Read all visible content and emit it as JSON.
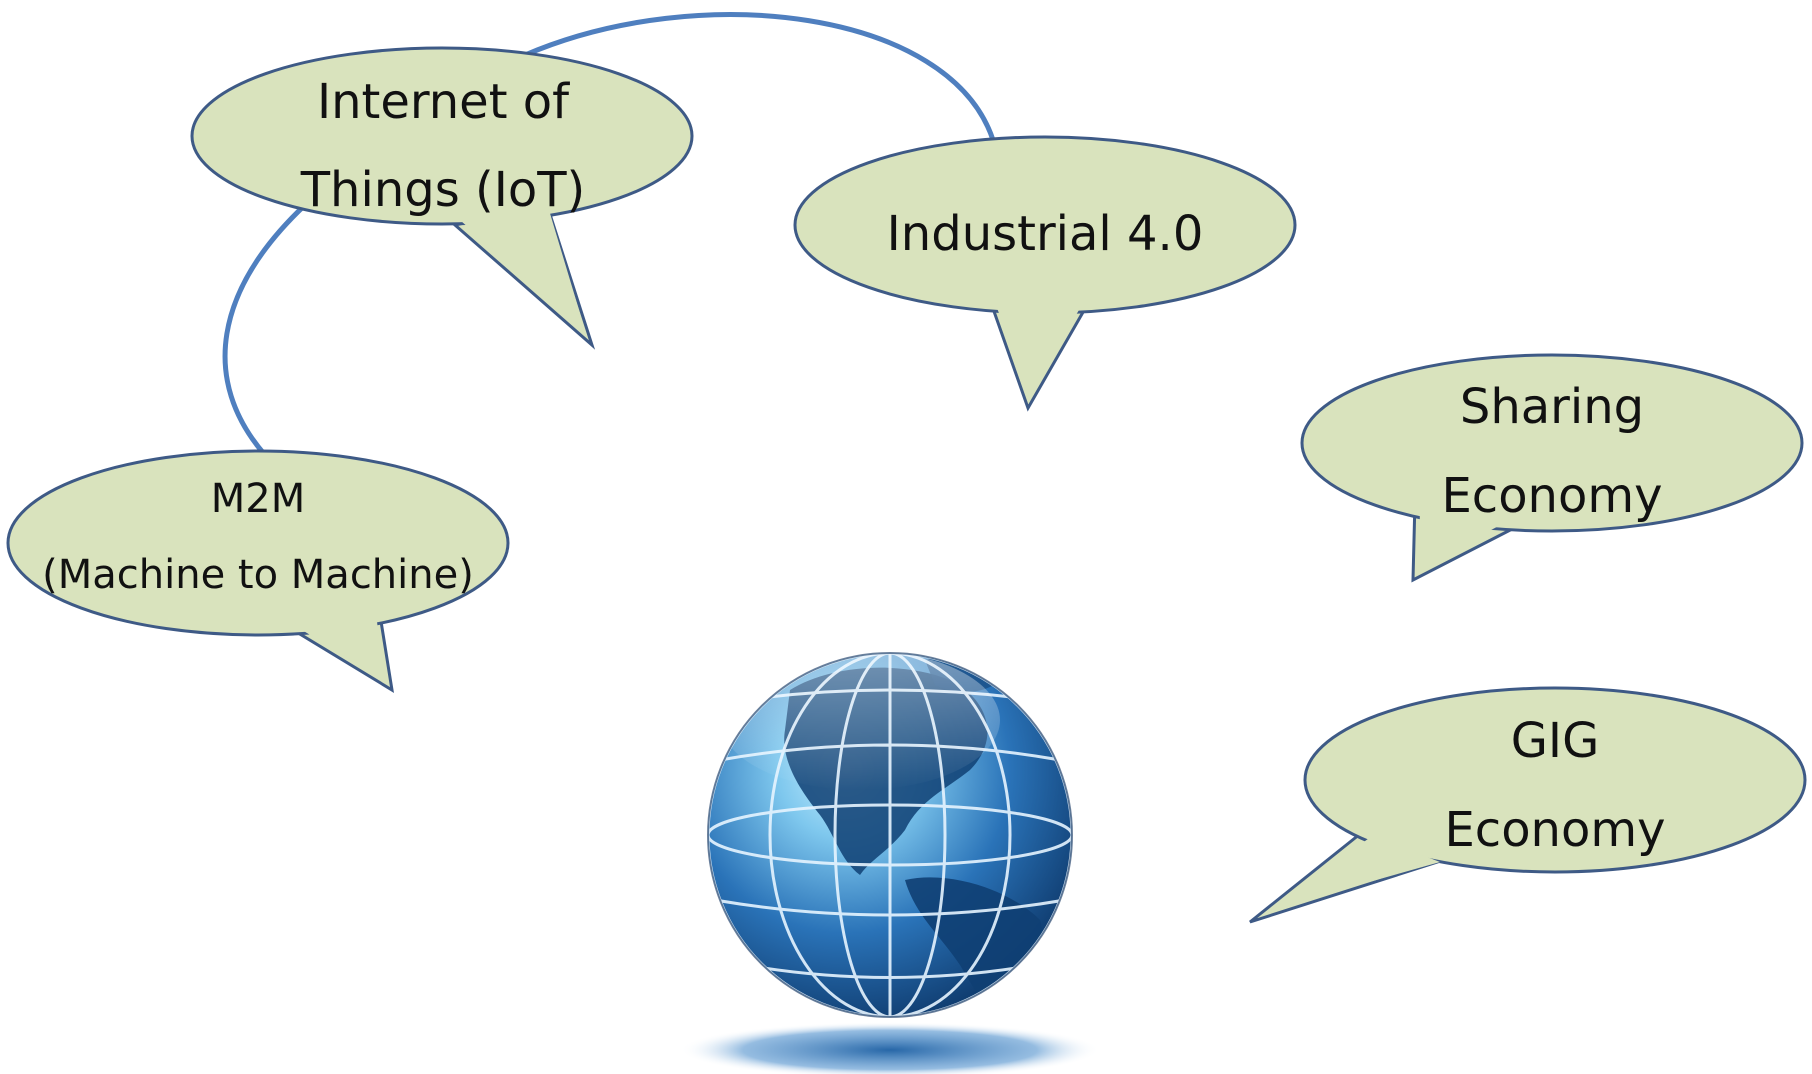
{
  "bubbles": {
    "iot": {
      "line1": "Internet of",
      "line2": "Things (IoT)"
    },
    "industrial": {
      "line1": "Industrial 4.0"
    },
    "m2m": {
      "line1": "M2M",
      "line2": "(Machine to Machine)"
    },
    "sharing": {
      "line1": "Sharing",
      "line2": "Economy"
    },
    "gig": {
      "line1": "GIG",
      "line2": "Economy"
    }
  },
  "colors": {
    "bubble_fill": "#d9e3bd",
    "bubble_stroke": "#3e5a86",
    "connector": "#4f7fbf",
    "globe_dark": "#1c4f86",
    "globe_light": "#8fd3f2"
  },
  "icons": {
    "globe": "globe-icon"
  }
}
